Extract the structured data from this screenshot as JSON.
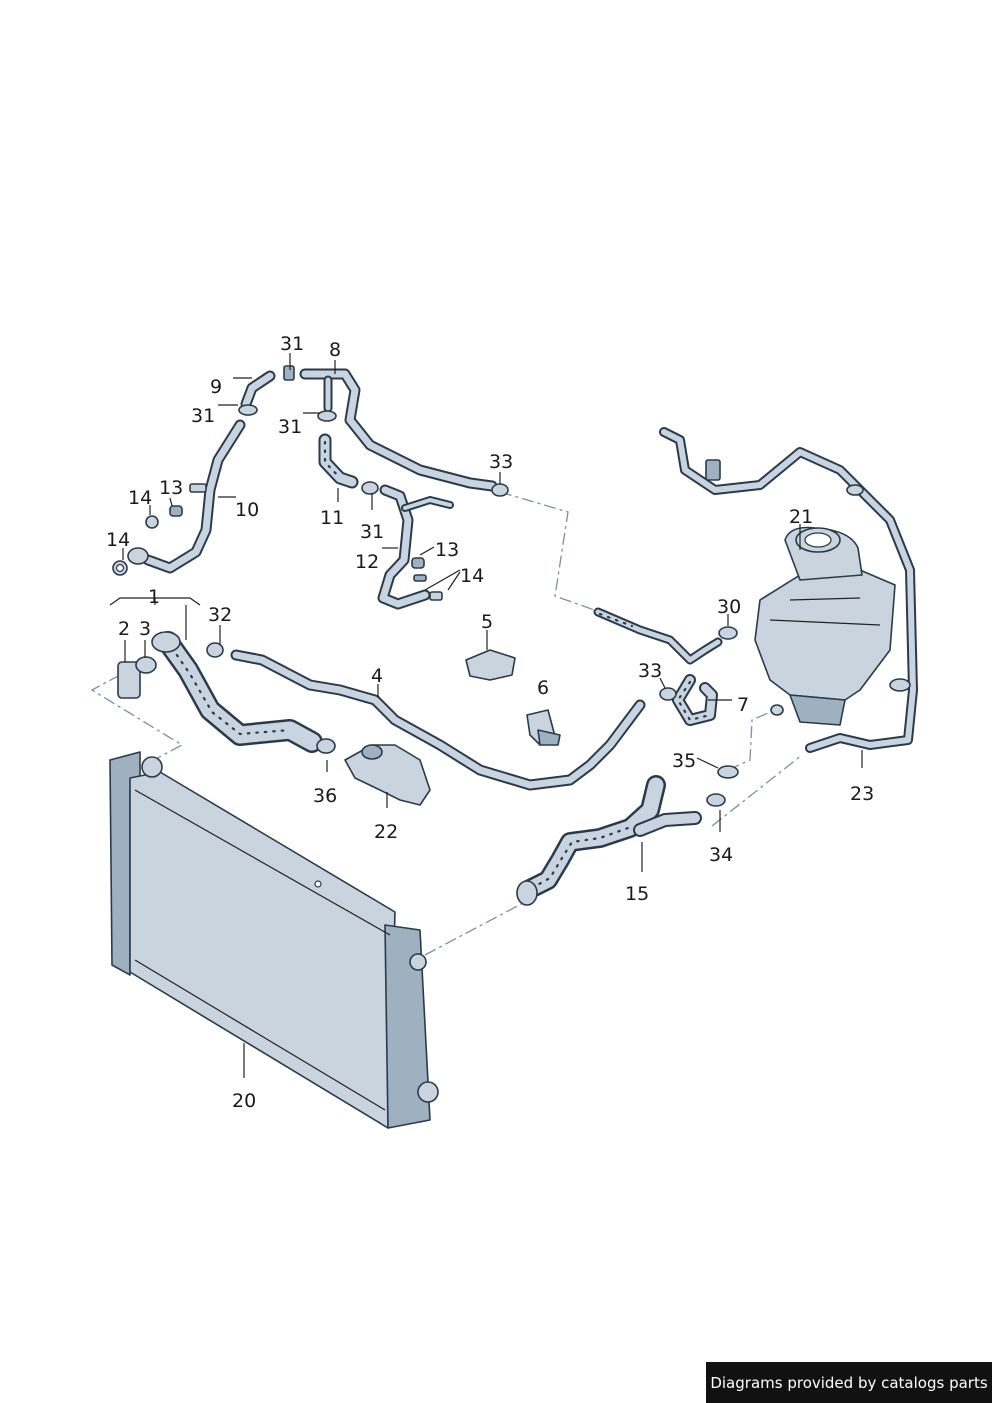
{
  "footer": {
    "text": "Diagrams provided by catalogs parts"
  },
  "labels": {
    "p1": "1",
    "p2": "2",
    "p3": "3",
    "p4": "4",
    "p5": "5",
    "p6": "6",
    "p7": "7",
    "p8": "8",
    "p9": "9",
    "p10": "10",
    "p11": "11",
    "p12": "12",
    "p13a": "13",
    "p13b": "13",
    "p14a": "14",
    "p14b": "14",
    "p14c": "14",
    "p15": "15",
    "p20": "20",
    "p21": "21",
    "p22": "22",
    "p23": "23",
    "p30": "30",
    "p31a": "31",
    "p31b": "31",
    "p31c": "31",
    "p31d": "31",
    "p32": "32",
    "p33a": "33",
    "p33b": "33",
    "p34": "34",
    "p35": "35",
    "p36": "36"
  },
  "colors": {
    "line": "#2b3a4a",
    "part_fill": "#c9d4de",
    "dash": "#7c8fa8",
    "footer_bg": "#111111"
  }
}
